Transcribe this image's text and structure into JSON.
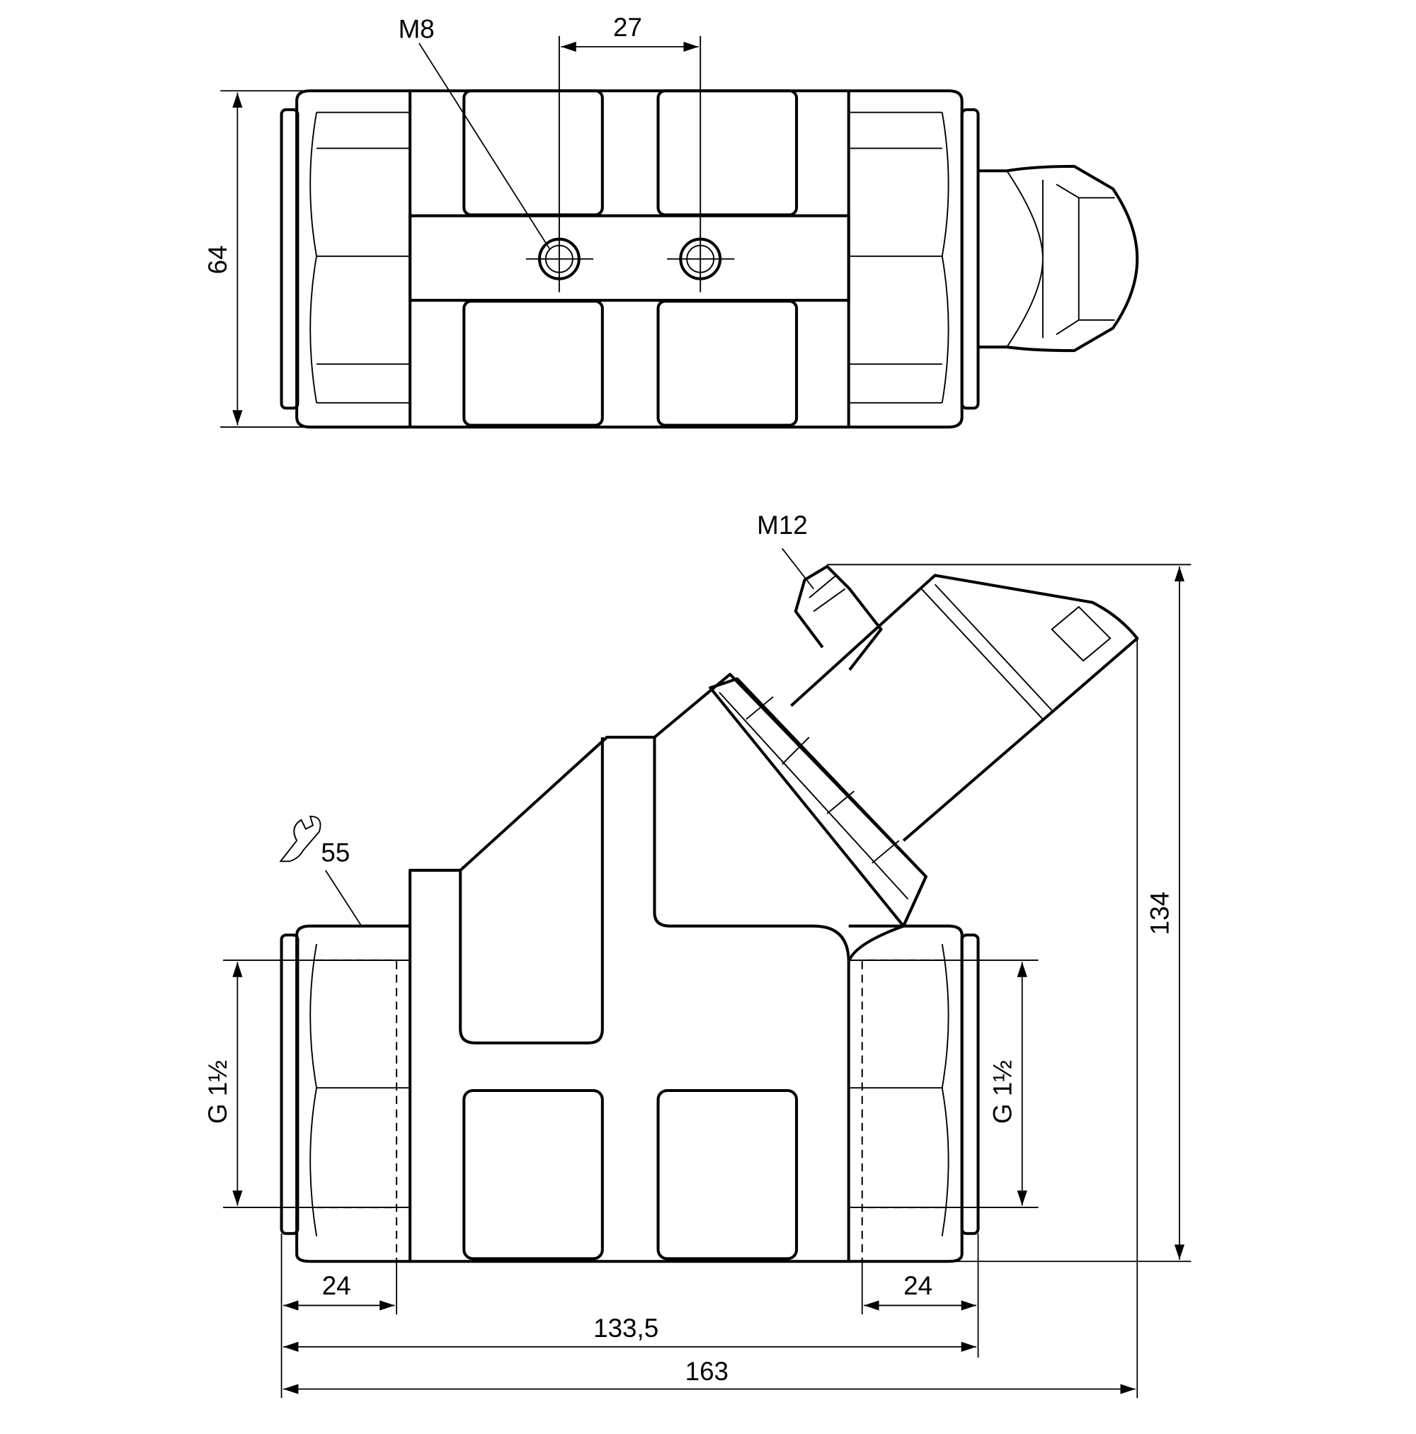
{
  "drawing": {
    "top_view": {
      "thread_label": "M8",
      "hole_spacing": "27",
      "height": "64"
    },
    "side_view": {
      "connector_label": "M12",
      "wrench_size": "55",
      "thread_left": "G 1½",
      "thread_right": "G 1½",
      "thread_depth_left": "24",
      "thread_depth_right": "24",
      "body_length": "133,5",
      "total_length": "163",
      "total_height": "134"
    },
    "colors": {
      "line": "#000000",
      "background": "#ffffff"
    }
  }
}
